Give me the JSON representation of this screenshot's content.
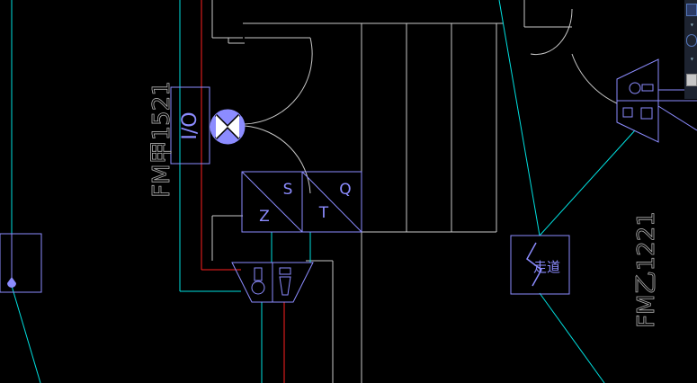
{
  "labels": {
    "fm_left": "FM甲1521",
    "fm_right": "FM乙1221",
    "io_box": "I/O",
    "s": "S",
    "q": "Q",
    "z": "Z",
    "t": "T",
    "escape_box": "走道"
  },
  "colors": {
    "background": "#000000",
    "wall": "#c8c8c8",
    "symbol": "#8c8cff",
    "cyan": "#00e0e0",
    "red": "#ff2020",
    "dim_text": "#b0b0b0",
    "toolbar": "#1d2330"
  },
  "icons": {
    "alarm": "alarm-bell-icon",
    "toolbar_1": "layers-icon",
    "toolbar_2": "refresh-icon",
    "toolbar_3": "properties-icon"
  }
}
